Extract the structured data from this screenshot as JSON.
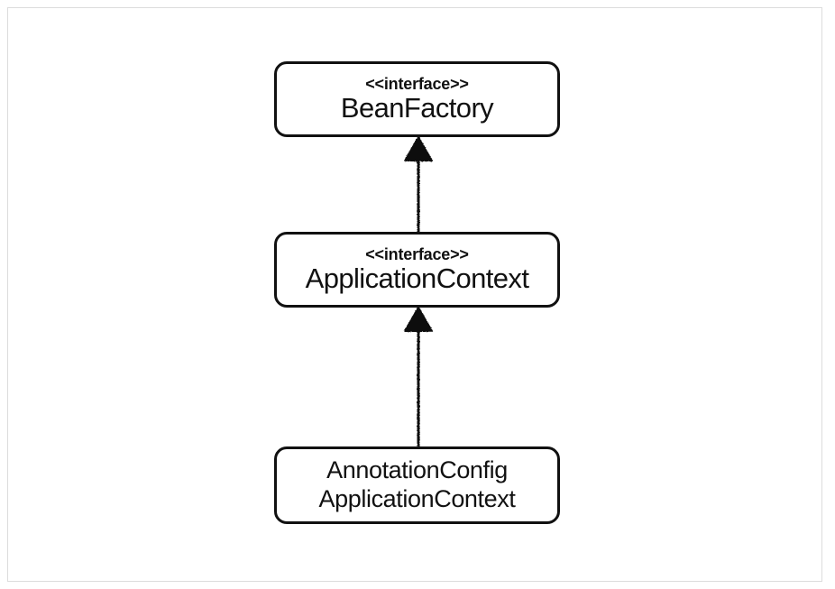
{
  "diagram": {
    "type": "uml-class-diagram",
    "title": "",
    "background_color": "#ffffff",
    "frame_border_color": "#dcdcdc",
    "stroke_color": "#111111",
    "nodes": [
      {
        "id": "beanfactory",
        "stereotype": "<<interface>>",
        "name": "BeanFactory",
        "kind": "interface"
      },
      {
        "id": "applicationcontext",
        "stereotype": "<<interface>>",
        "name": "ApplicationContext",
        "kind": "interface"
      },
      {
        "id": "annotationconfigapplicationcontext",
        "stereotype": "",
        "name_line1": "AnnotationConfig",
        "name_line2": "ApplicationContext",
        "kind": "class"
      }
    ],
    "edges": [
      {
        "id": "edge-applicationcontext-to-beanfactory",
        "from": "applicationcontext",
        "to": "beanfactory",
        "relation": "extends",
        "arrowhead": "solid-triangle",
        "label": ""
      },
      {
        "id": "edge-annotationconfig-to-applicationcontext",
        "from": "annotationconfigapplicationcontext",
        "to": "applicationcontext",
        "relation": "implements",
        "arrowhead": "solid-triangle",
        "label": ""
      }
    ]
  }
}
